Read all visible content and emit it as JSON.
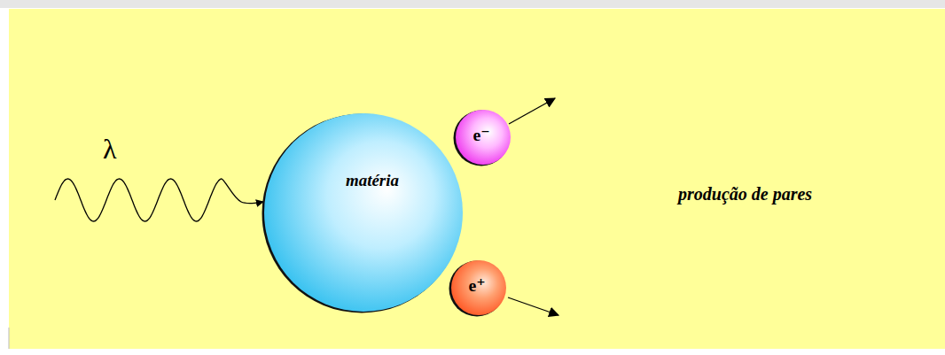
{
  "diagram": {
    "nodes": [
      {
        "text": [
          "matéria"
        ]
      },
      {
        "text": [
          "e⁻"
        ]
      },
      {
        "text": [
          "e⁺"
        ]
      }
    ],
    "edges": [],
    "labels": [
      "λ",
      "produção de pares"
    ]
  }
}
